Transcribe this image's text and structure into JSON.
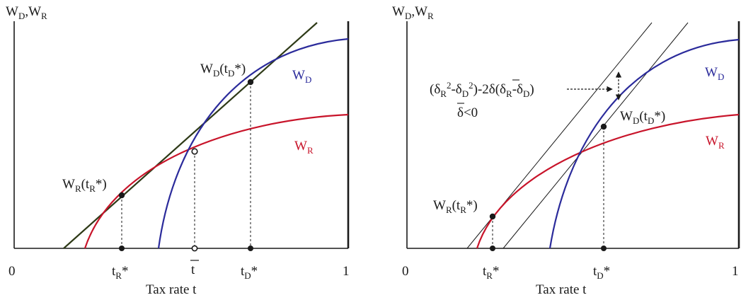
{
  "colors": {
    "wd_curve": "#2b2b9b",
    "wr_curve": "#c8142a",
    "tangent": "#2e3a17",
    "ink": "#1a1a1a"
  },
  "left_panel": {
    "y_axis_label": {
      "base1": "W",
      "sub1": "D",
      "sep": ",",
      "base2": "W",
      "sub2": "R"
    },
    "origin_label": "0",
    "one_label": "1",
    "x_axis_title": "Tax rate t",
    "tick_tr": {
      "base": "t",
      "sub": "R",
      "sup": "*"
    },
    "tick_tbar": "t",
    "tick_td": {
      "base": "t",
      "sub": "D",
      "sup": "*"
    },
    "curve_wd_label": {
      "base": "W",
      "sub": "D"
    },
    "curve_wr_label": {
      "base": "W",
      "sub": "R"
    },
    "point_wd": {
      "base": "W",
      "sub": "D",
      "open": "(t",
      "sub2": "D",
      "close": "*)"
    },
    "point_wr": {
      "base": "W",
      "sub": "R",
      "open": "(t",
      "sub2": "R",
      "close": "*)"
    }
  },
  "right_panel": {
    "y_axis_label": {
      "base1": "W",
      "sub1": "D",
      "sep": ",",
      "base2": "W",
      "sub2": "R"
    },
    "origin_label": "0",
    "one_label": "1",
    "x_axis_title": "Tax rate t",
    "tick_tr": {
      "base": "t",
      "sub": "R",
      "sup": "*"
    },
    "tick_td": {
      "base": "t",
      "sub": "D",
      "sup": "*"
    },
    "curve_wd_label": {
      "base": "W",
      "sub": "D"
    },
    "curve_wr_label": {
      "base": "W",
      "sub": "R"
    },
    "point_wd": {
      "base": "W",
      "sub": "D",
      "open": "(t",
      "sub2": "D",
      "close": "*)"
    },
    "point_wr": {
      "base": "W",
      "sub": "R",
      "open": "(t",
      "sub2": "R",
      "close": "*)"
    },
    "gap_formula": {
      "p1": "(δ",
      "s1": "R",
      "e1": "2",
      "p2": "-δ",
      "s2": "D",
      "e2": "2",
      "p3": ")-2",
      "dbar": "δ",
      "p4": "(δ",
      "s3": "R",
      "p5": "-δ",
      "s4": "D",
      "p6": ")"
    },
    "condition": {
      "dbar": "δ",
      "rest": "<0"
    }
  }
}
